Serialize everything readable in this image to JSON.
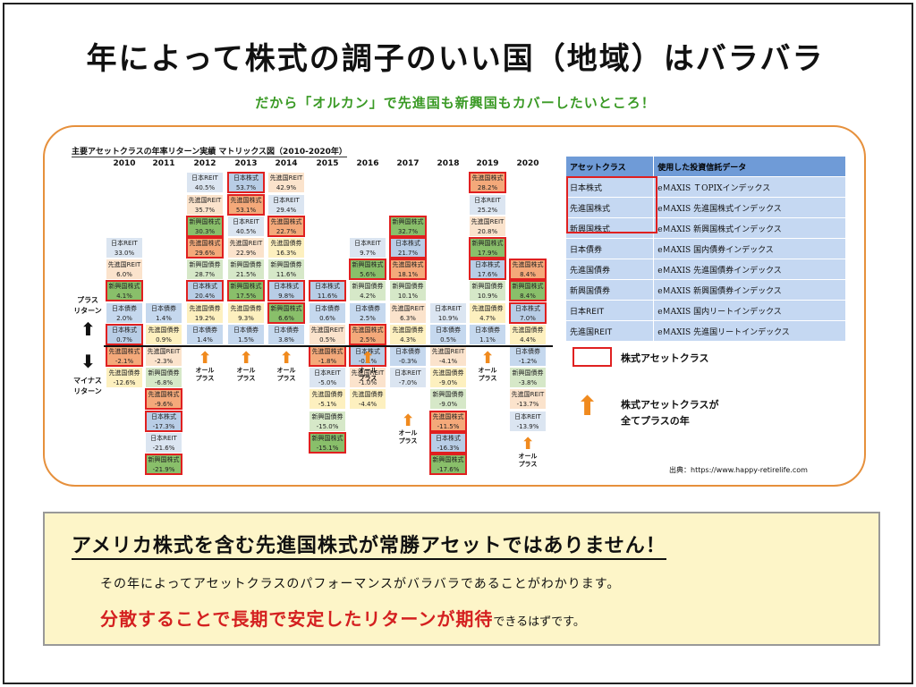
{
  "title": "年によって株式の調子のいい国（地域）はバラバラ",
  "subtitle": "だから「オルカン」で先進国も新興国もカバーしたいところ！",
  "matrix": {
    "title": "主要アセットクラスの年率リターン実績 マトリックス図（2010-2020年）",
    "years": [
      "2010",
      "2011",
      "2012",
      "2013",
      "2014",
      "2015",
      "2016",
      "2017",
      "2018",
      "2019",
      "2020"
    ],
    "plus_label": "プラス\nリターン",
    "minus_label": "マイナス\nリターン",
    "all_plus_label": "オール\nプラス",
    "columns": [
      [
        [
          "日本REIT",
          "33.0%",
          "jreit",
          false
        ],
        [
          "先進国REIT",
          "6.0%",
          "dreit",
          false
        ],
        [
          "新興国株式",
          "4.1%",
          "estock",
          true
        ],
        [
          "日本債券",
          "2.0%",
          "jbond",
          false
        ],
        [
          "日本株式",
          "0.7%",
          "jstock",
          true
        ],
        [
          "先進国株式",
          "-2.1%",
          "dstock",
          true
        ],
        [
          "先進国債券",
          "-12.6%",
          "dbond",
          false
        ]
      ],
      [
        [
          "日本債券",
          "1.4%",
          "jbond",
          false
        ],
        [
          "先進国債券",
          "0.9%",
          "dbond",
          false
        ],
        [
          "先進国REIT",
          "-2.3%",
          "dreit",
          false
        ],
        [
          "新興国債券",
          "-6.8%",
          "ebond",
          false
        ],
        [
          "先進国株式",
          "-9.6%",
          "dstock",
          true
        ],
        [
          "日本株式",
          "-17.3%",
          "jstock",
          true
        ],
        [
          "日本REIT",
          "-21.6%",
          "jreit",
          false
        ],
        [
          "新興国株式",
          "-21.9%",
          "estock",
          true
        ]
      ],
      [
        [
          "日本REIT",
          "40.5%",
          "jreit",
          false
        ],
        [
          "先進国REIT",
          "35.7%",
          "dreit",
          false
        ],
        [
          "新興国株式",
          "30.3%",
          "estock",
          true
        ],
        [
          "先進国株式",
          "29.6%",
          "dstock",
          true
        ],
        [
          "新興国債券",
          "28.7%",
          "ebond",
          false
        ],
        [
          "日本株式",
          "20.4%",
          "jstock",
          true
        ],
        [
          "先進国債券",
          "19.2%",
          "dbond",
          false
        ],
        [
          "日本債券",
          "1.4%",
          "jbond",
          false
        ]
      ],
      [
        [
          "日本株式",
          "53.7%",
          "jstock",
          true
        ],
        [
          "先進国株式",
          "53.1%",
          "dstock",
          true
        ],
        [
          "日本REIT",
          "40.5%",
          "jreit",
          false
        ],
        [
          "先進国REIT",
          "22.9%",
          "dreit",
          false
        ],
        [
          "新興国債券",
          "21.5%",
          "ebond",
          false
        ],
        [
          "新興国株式",
          "17.5%",
          "estock",
          true
        ],
        [
          "先進国債券",
          "9.3%",
          "dbond",
          false
        ],
        [
          "日本債券",
          "1.5%",
          "jbond",
          false
        ]
      ],
      [
        [
          "先進国REIT",
          "42.9%",
          "dreit",
          false
        ],
        [
          "日本REIT",
          "29.4%",
          "jreit",
          false
        ],
        [
          "先進国株式",
          "22.7%",
          "dstock",
          true
        ],
        [
          "先進国債券",
          "16.3%",
          "dbond",
          false
        ],
        [
          "新興国債券",
          "11.6%",
          "ebond",
          false
        ],
        [
          "日本株式",
          "9.8%",
          "jstock",
          true
        ],
        [
          "新興国株式",
          "6.6%",
          "estock",
          true
        ],
        [
          "日本債券",
          "3.8%",
          "jbond",
          false
        ]
      ],
      [
        [
          "日本株式",
          "11.6%",
          "jstock",
          true
        ],
        [
          "日本債券",
          "0.6%",
          "jbond",
          false
        ],
        [
          "先進国REIT",
          "0.5%",
          "dreit",
          false
        ],
        [
          "先進国株式",
          "-1.8%",
          "dstock",
          true
        ],
        [
          "日本REIT",
          "-5.0%",
          "jreit",
          false
        ],
        [
          "先進国債券",
          "-5.1%",
          "dbond",
          false
        ],
        [
          "新興国債券",
          "-15.0%",
          "ebond",
          false
        ],
        [
          "新興国株式",
          "-15.1%",
          "estock",
          true
        ]
      ],
      [
        [
          "日本REIT",
          "9.7%",
          "jreit",
          false
        ],
        [
          "新興国株式",
          "5.6%",
          "estock",
          true
        ],
        [
          "新興国債券",
          "4.2%",
          "ebond",
          false
        ],
        [
          "日本債券",
          "2.5%",
          "jbond",
          false
        ],
        [
          "先進国株式",
          "2.5%",
          "dstock",
          true
        ],
        [
          "日本株式",
          "-0.1%",
          "jstock",
          true
        ],
        [
          "先進国REIT",
          "-1.0%",
          "dreit",
          false
        ],
        [
          "先進国債券",
          "-4.4%",
          "dbond",
          false
        ]
      ],
      [
        [
          "新興国株式",
          "32.7%",
          "estock",
          true
        ],
        [
          "日本株式",
          "21.7%",
          "jstock",
          true
        ],
        [
          "先進国株式",
          "18.1%",
          "dstock",
          true
        ],
        [
          "新興国債券",
          "10.1%",
          "ebond",
          false
        ],
        [
          "先進国REIT",
          "6.3%",
          "dreit",
          false
        ],
        [
          "先進国債券",
          "4.3%",
          "dbond",
          false
        ],
        [
          "日本債券",
          "-0.3%",
          "jbond",
          false
        ],
        [
          "日本REIT",
          "-7.0%",
          "jreit",
          false
        ]
      ],
      [
        [
          "日本REIT",
          "10.9%",
          "jreit",
          false
        ],
        [
          "日本債券",
          "0.5%",
          "jbond",
          false
        ],
        [
          "先進国REIT",
          "-4.1%",
          "dreit",
          false
        ],
        [
          "先進国債券",
          "-9.0%",
          "dbond",
          false
        ],
        [
          "新興国債券",
          "-9.0%",
          "ebond",
          false
        ],
        [
          "先進国株式",
          "-11.5%",
          "dstock",
          true
        ],
        [
          "日本株式",
          "-16.3%",
          "jstock",
          true
        ],
        [
          "新興国株式",
          "-17.6%",
          "estock",
          true
        ]
      ],
      [
        [
          "先進国株式",
          "28.2%",
          "dstock",
          true
        ],
        [
          "日本REIT",
          "25.2%",
          "jreit",
          false
        ],
        [
          "先進国REIT",
          "20.8%",
          "dreit",
          false
        ],
        [
          "新興国株式",
          "17.9%",
          "estock",
          true
        ],
        [
          "日本株式",
          "17.6%",
          "jstock",
          true
        ],
        [
          "新興国債券",
          "10.9%",
          "ebond",
          false
        ],
        [
          "先進国債券",
          "4.7%",
          "dbond",
          false
        ],
        [
          "日本債券",
          "1.1%",
          "jbond",
          false
        ]
      ],
      [
        [
          "先進国株式",
          "8.4%",
          "dstock",
          true
        ],
        [
          "新興国株式",
          "8.4%",
          "estock",
          true
        ],
        [
          "日本株式",
          "7.0%",
          "jstock",
          true
        ],
        [
          "先進国債券",
          "4.4%",
          "dbond",
          false
        ],
        [
          "日本債券",
          "-1.2%",
          "jbond",
          false
        ],
        [
          "新興国債券",
          "-3.8%",
          "ebond",
          false
        ],
        [
          "先進国REIT",
          "-13.7%",
          "dreit",
          false
        ],
        [
          "日本REIT",
          "-13.9%",
          "jreit",
          false
        ]
      ]
    ]
  },
  "asset_table": {
    "headers": [
      "アセットクラス",
      "使用した投資信託データ"
    ],
    "rows": [
      [
        "日本株式",
        "eＭAXIS ＴOPIXインデックス"
      ],
      [
        "先進国株式",
        "eＭAXIS 先進国株式インデックス"
      ],
      [
        "新興国株式",
        "eＭAXIS 新興国株式インデックス"
      ],
      [
        "日本債券",
        "eＭAXIS 国内債券インデックス"
      ],
      [
        "先進国債券",
        "eＭAXIS 先進国債券インデックス"
      ],
      [
        "新興国債券",
        "eＭAXIS 新興国債券インデックス"
      ],
      [
        "日本REIT",
        "eＭAXIS 国内リートインデックス"
      ],
      [
        "先進国REIT",
        "eＭAXIS 先進国リートインデックス"
      ]
    ]
  },
  "legend": {
    "stock_box": "株式アセットクラス",
    "all_plus": "株式アセットクラスが\n全てプラスの年"
  },
  "source": "出典：https://www.happy-retirelife.com",
  "bottom": {
    "heading": "アメリカ株式を含む先進国株式が常勝アセットではありません！",
    "text": "その年によってアセットクラスのパフォーマンスがバラバラであることがわかります。",
    "emphasis": "分散することで長期で安定したリターンが期待",
    "emphasis_tail": "できるはずです。"
  },
  "colors": {
    "accent_green": "#3a9a25",
    "panel_border": "#e6903c",
    "highlight_red": "#e02020",
    "emphasis_red": "#d42020",
    "bottom_bg": "#fdf5c8"
  }
}
